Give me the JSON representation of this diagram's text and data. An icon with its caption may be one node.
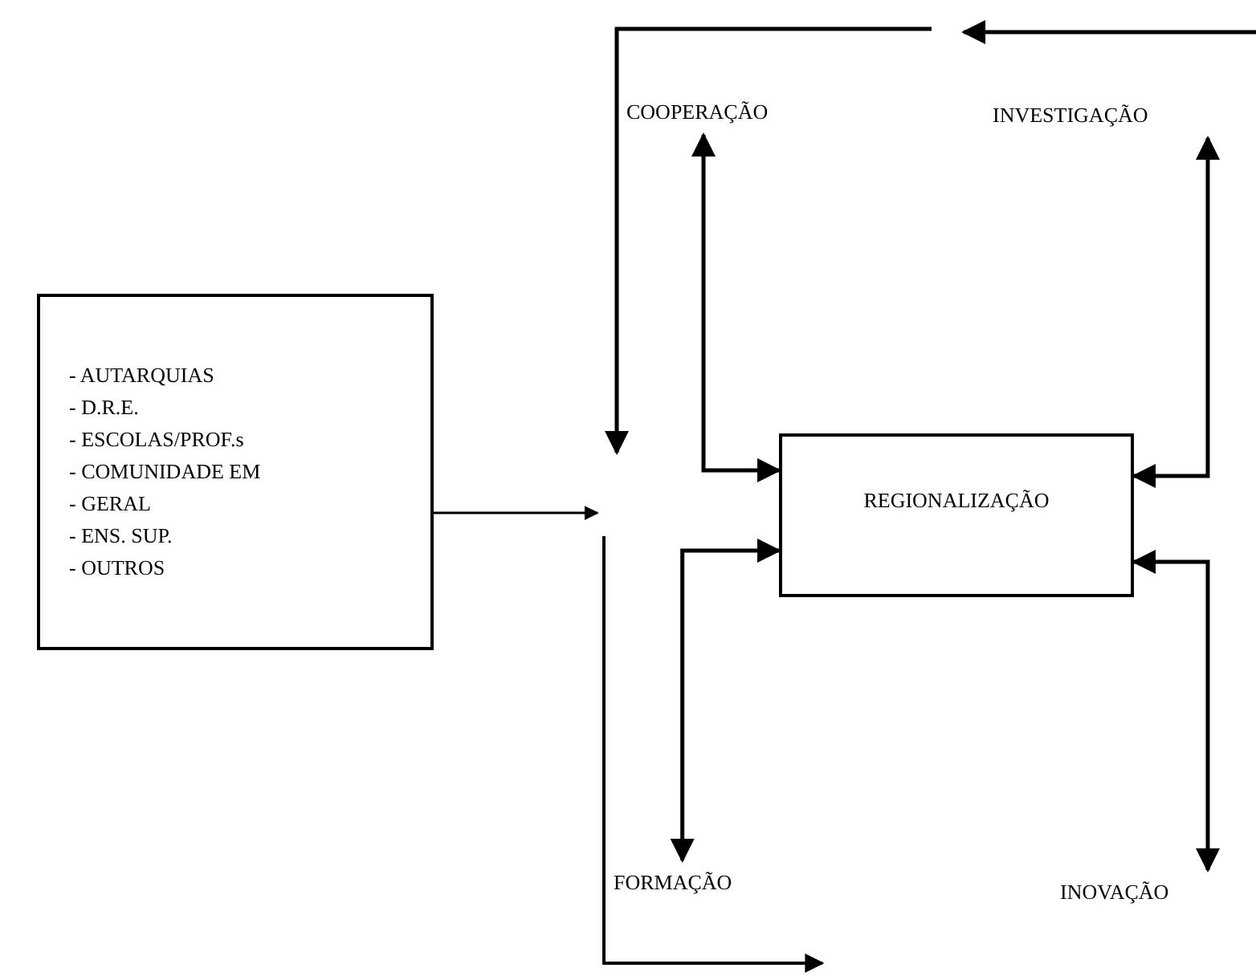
{
  "diagram": {
    "nodes": [
      {
        "text": [
          "- AUTARQUIAS",
          "- D.R.E.",
          "- ESCOLAS/PROF.s",
          "- COMUNIDADE EM",
          "- GERAL",
          "- ENS. SUP.",
          "- OUTROS"
        ]
      },
      {
        "text": [
          "COOPERAÇÃO"
        ]
      },
      {
        "text": [
          "INVESTIGAÇÃO"
        ]
      },
      {
        "text": [
          "REGIONALIZAÇÃO"
        ]
      },
      {
        "text": [
          "FORMAÇÃO"
        ]
      },
      {
        "text": [
          "INOVAÇÃO"
        ]
      }
    ],
    "edges": [
      {
        "from": 0,
        "to": null,
        "arrow": "to"
      },
      {
        "from": 3,
        "to": 1,
        "arrow": "both"
      },
      {
        "from": 3,
        "to": 2,
        "arrow": "both"
      },
      {
        "from": 3,
        "to": 4,
        "arrow": "both"
      },
      {
        "from": 3,
        "to": 5,
        "arrow": "both"
      }
    ]
  }
}
